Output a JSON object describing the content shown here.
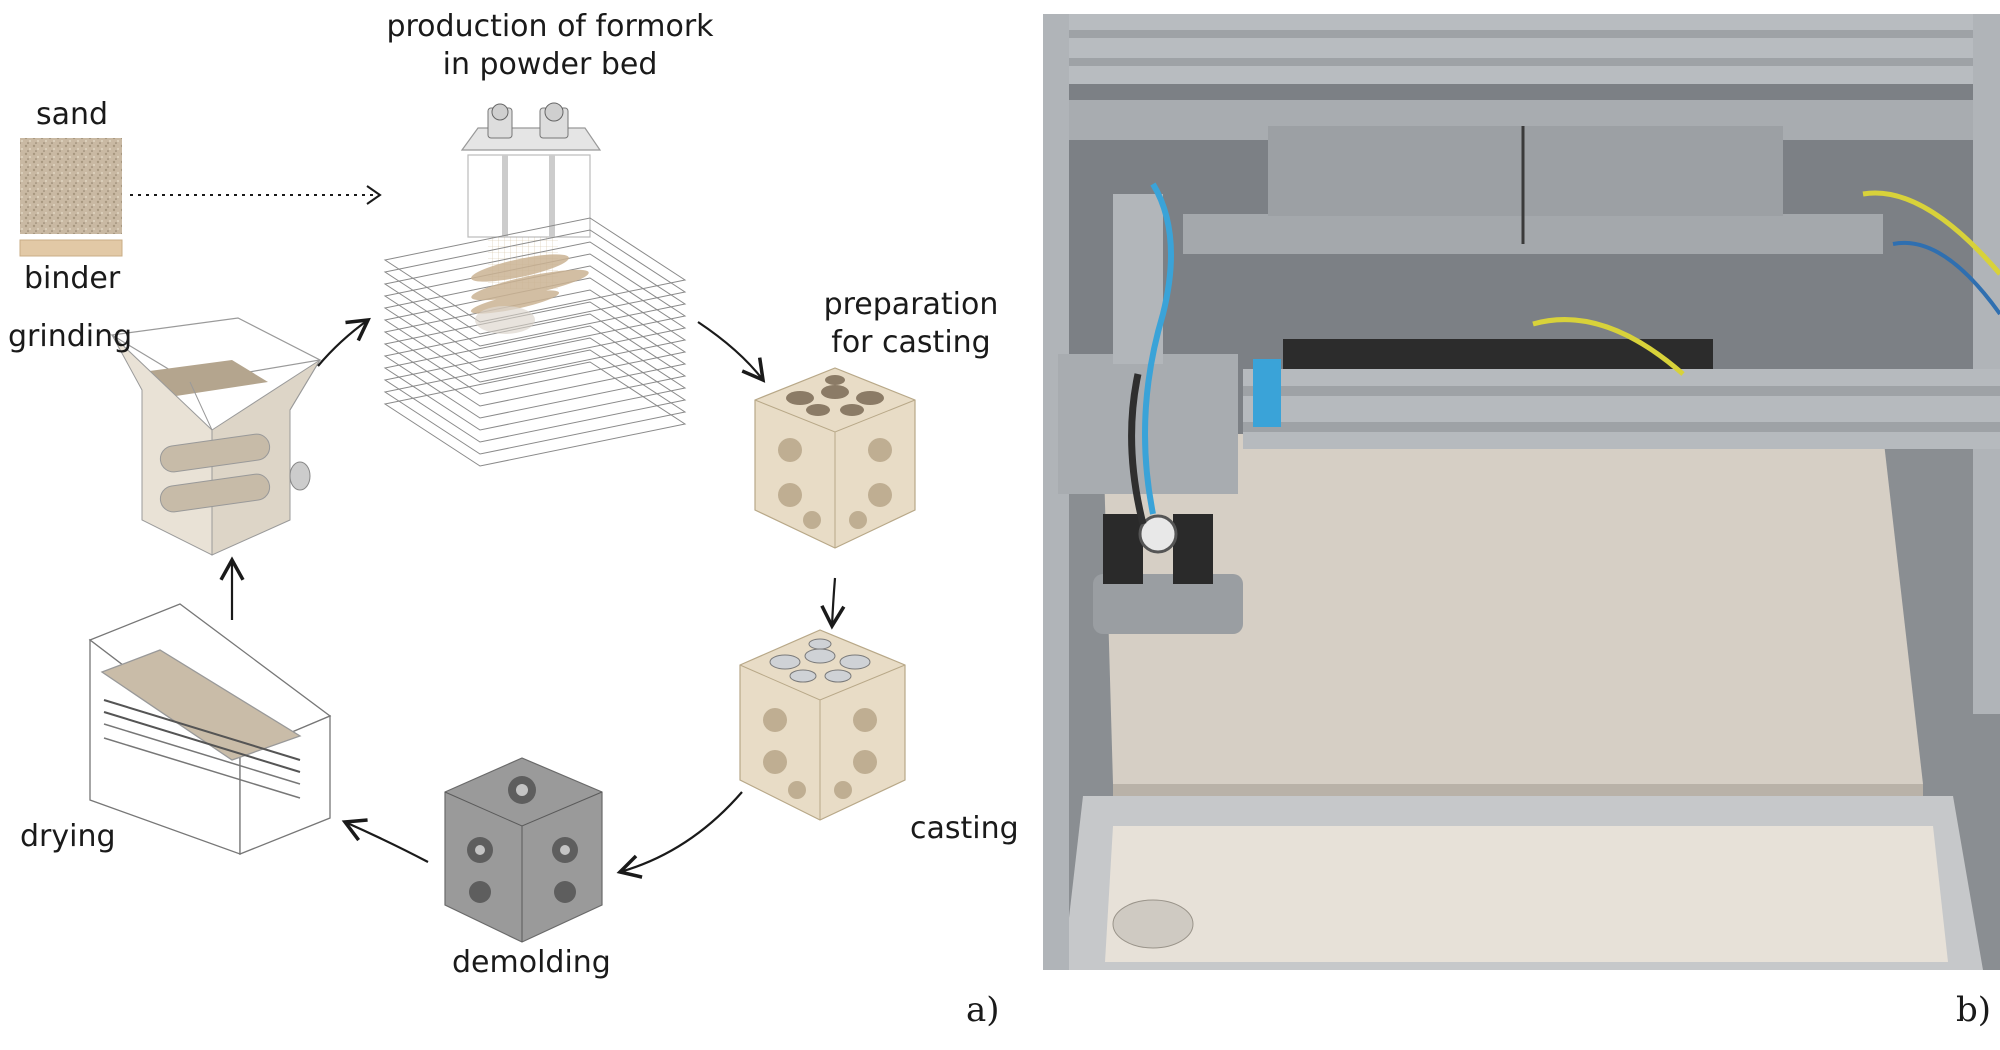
{
  "panel_a": {
    "title_line1": "production of formork",
    "title_line2": "in powder bed",
    "sand": "sand",
    "binder": "binder",
    "grinding": "grinding",
    "prep_line1": "preparation",
    "prep_line2": "for casting",
    "casting": "casting",
    "demolding": "demolding",
    "drying": "drying",
    "letter": "a)"
  },
  "panel_b": {
    "letter": "b)"
  },
  "colors": {
    "sand": "#c9b9a3",
    "binder": "#e2c9a6",
    "formwork": "#e8dcc6",
    "demolded": "#8a8a8a",
    "frame": "#b8bcc0",
    "cable": "#3aa3d8",
    "powder": "#d6cfc5"
  }
}
